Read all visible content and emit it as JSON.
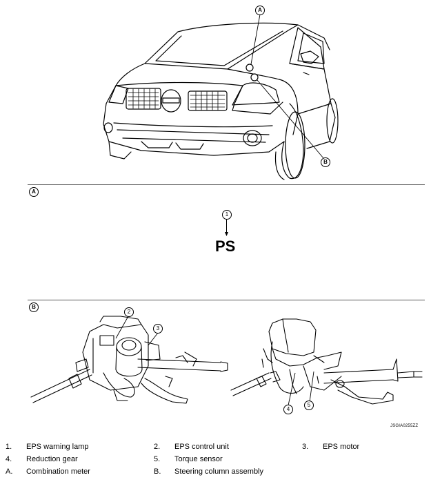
{
  "callouts": {
    "A": "A",
    "B": "B"
  },
  "section_a": {
    "label": "A",
    "callout_number": "1",
    "indicator_text": "PS"
  },
  "section_b": {
    "label": "B",
    "callouts_left": [
      "2",
      "3"
    ],
    "callouts_right": [
      "4",
      "5"
    ]
  },
  "figure_code": "JSGIA0255ZZ",
  "legend": [
    {
      "key": "1.",
      "text": "EPS warning lamp"
    },
    {
      "key": "2.",
      "text": "EPS control unit"
    },
    {
      "key": "3.",
      "text": "EPS motor"
    },
    {
      "key": "4.",
      "text": "Reduction gear"
    },
    {
      "key": "5.",
      "text": "Torque sensor"
    },
    {
      "key": "A.",
      "text": "Combination meter"
    },
    {
      "key": "B.",
      "text": "Steering column assembly"
    }
  ]
}
